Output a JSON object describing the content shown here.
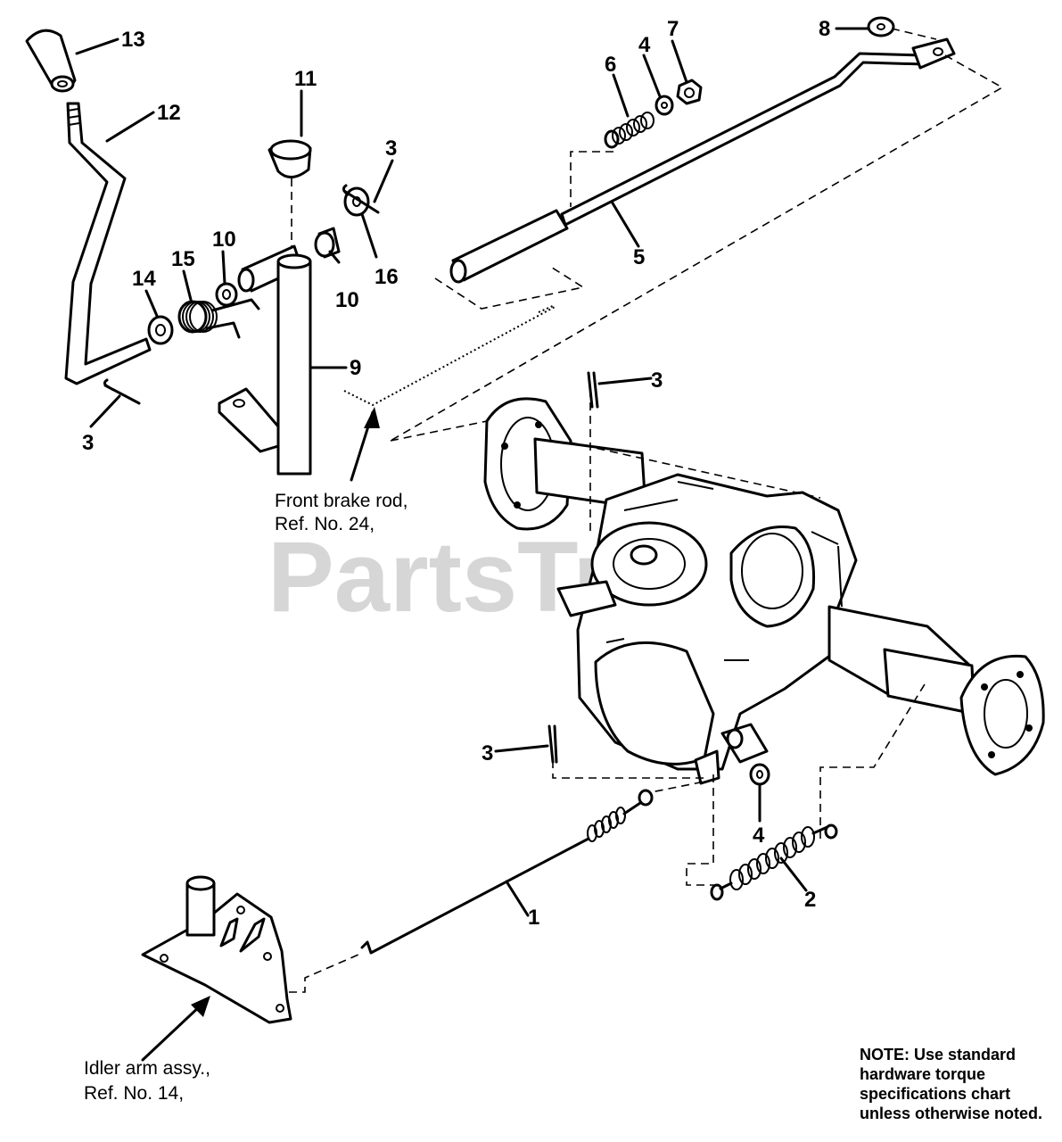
{
  "watermark": "PartsTree",
  "callouts": {
    "c1": "1",
    "c2": "2",
    "c3a": "3",
    "c3b": "3",
    "c3c": "3",
    "c3d": "3",
    "c4a": "4",
    "c4b": "4",
    "c5": "5",
    "c6": "6",
    "c7": "7",
    "c8": "8",
    "c9": "9",
    "c10a": "10",
    "c10b": "10",
    "c11": "11",
    "c12": "12",
    "c13": "13",
    "c14": "14",
    "c15": "15",
    "c16": "16"
  },
  "annotations": {
    "front_brake_rod": [
      "Front brake rod,",
      "Ref. No. 24,"
    ],
    "idler_arm": [
      "Idler arm assy.,",
      "Ref. No. 14,"
    ]
  },
  "note": [
    "NOTE:  Use standard",
    "hardware torque",
    "specifications chart",
    "unless otherwise noted."
  ]
}
